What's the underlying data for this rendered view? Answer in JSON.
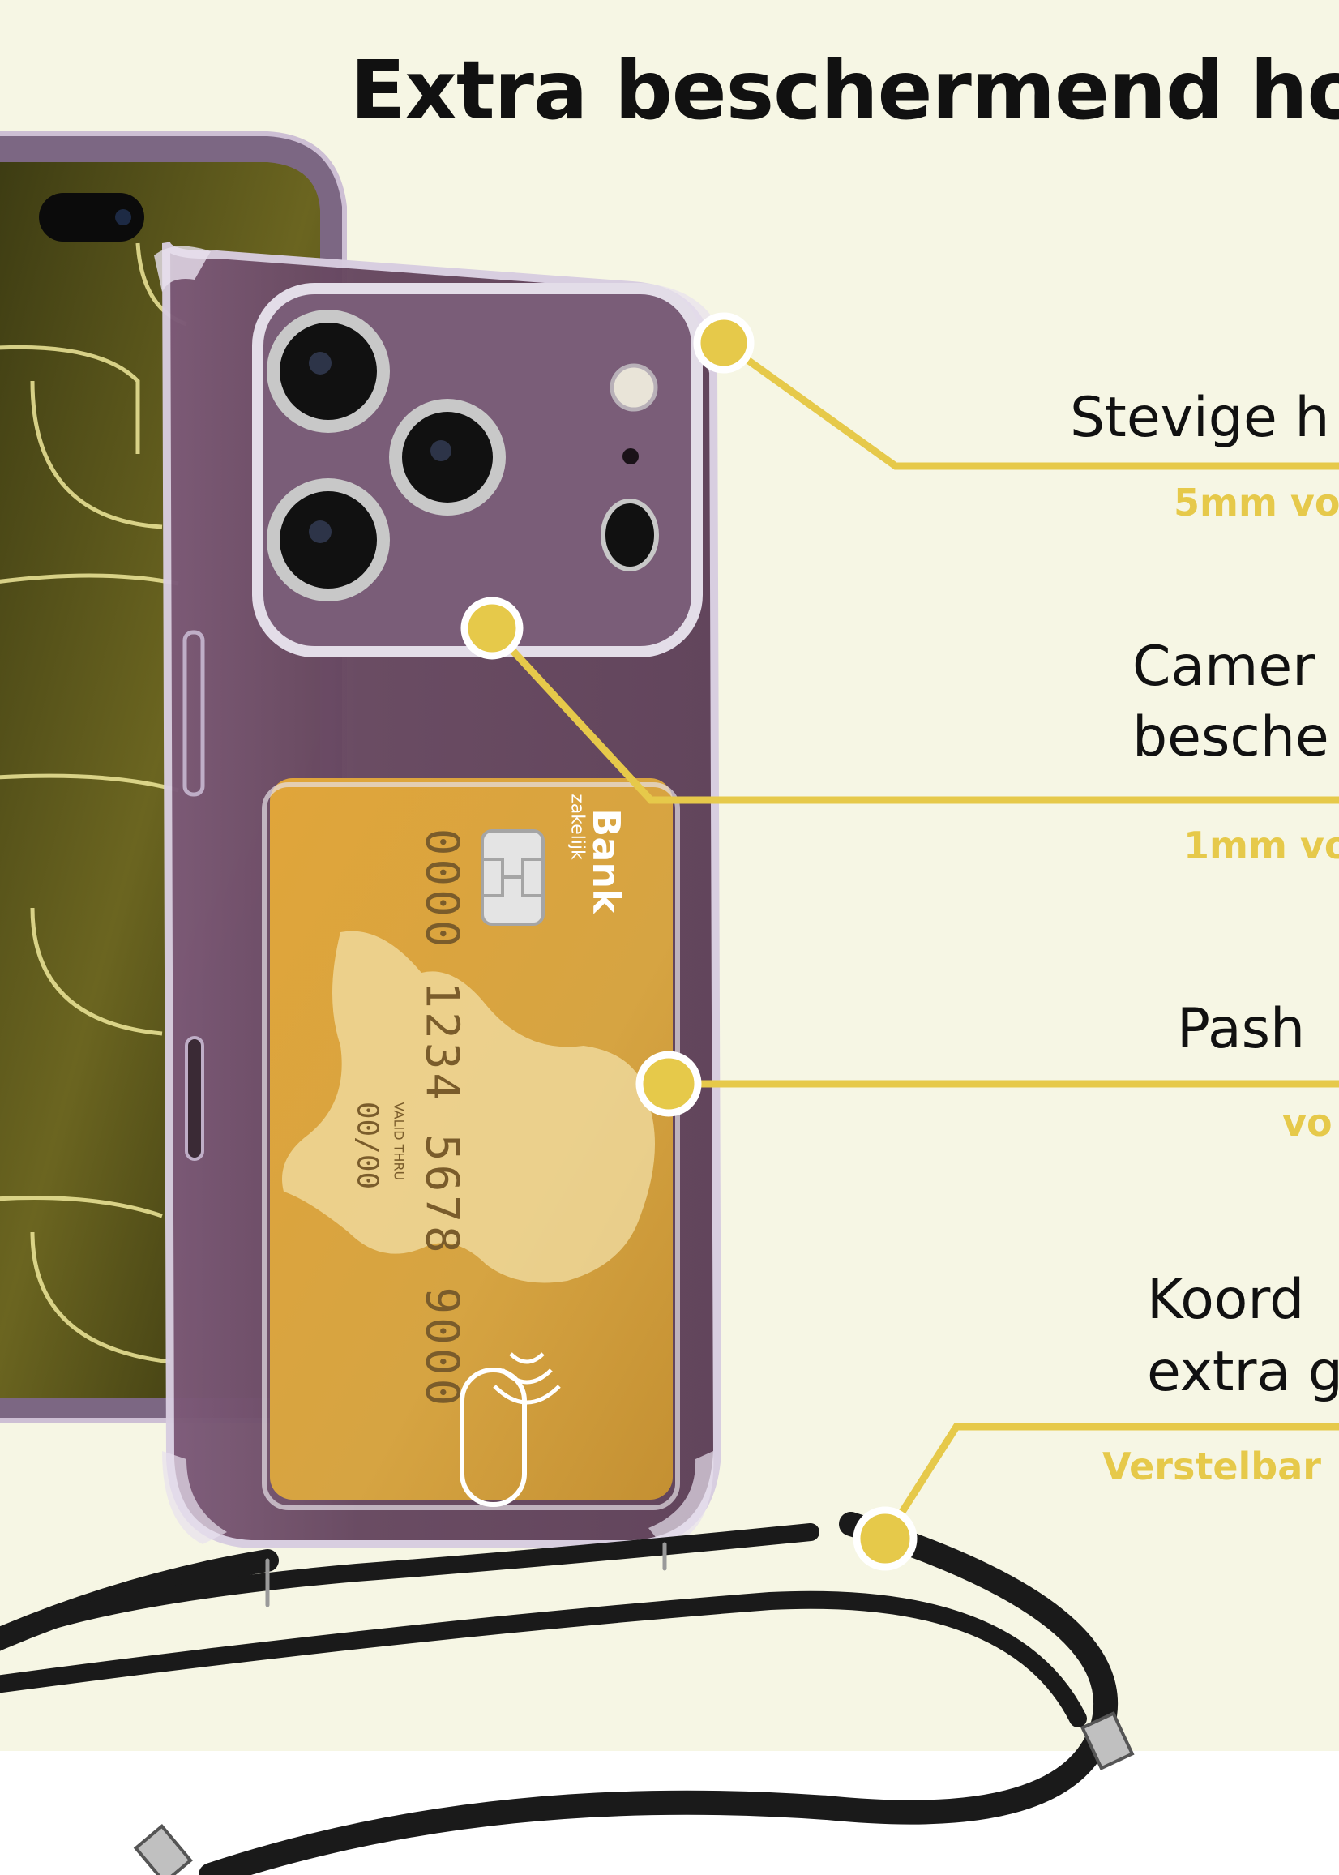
{
  "colors": {
    "background": "#f6f6e4",
    "accent": "#e6c94a",
    "text": "#111111",
    "case_purple": "#6a4a66",
    "card_gold": "#d9a53c",
    "cord": "#1a1a1a"
  },
  "headline": "Extra beschermend ho",
  "features": [
    {
      "title_lines": [
        "Stevige h"
      ],
      "subtitle": "5mm vo"
    },
    {
      "title_lines": [
        "Camer",
        "besche"
      ],
      "subtitle": "1mm vo"
    },
    {
      "title_lines": [
        "Pash"
      ],
      "subtitle": "vo"
    },
    {
      "title_lines": [
        "Koord",
        "extra g"
      ],
      "subtitle": "Verstelbar"
    }
  ],
  "card": {
    "bank_name": "Bank",
    "bank_subtitle": "zakelijk",
    "number": "0000 1234 5678 9000",
    "valid_label": "VALID THRU",
    "valid_date": "00/00"
  },
  "icons": [
    "contactless-icon",
    "chip-icon",
    "camera-lens-icon",
    "flash-icon",
    "callout-dot-icon"
  ]
}
